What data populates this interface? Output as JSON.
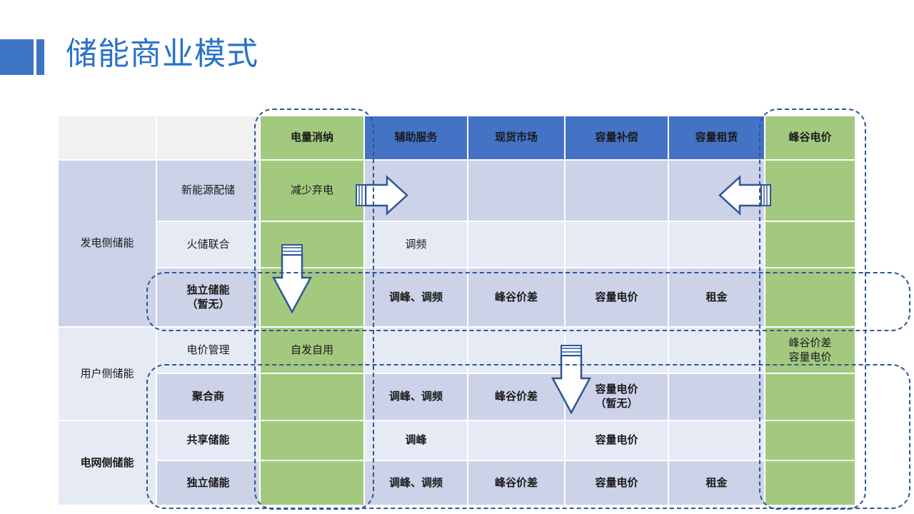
{
  "slide": {
    "title": "储能商业模式",
    "accent_blue": "#3e74c4",
    "title_color": "#2a72c9",
    "green": "#a3c97f",
    "header_blue": "#4472c4",
    "row_dark": "#ccd2e8",
    "row_light": "#e6eaf5",
    "dash_color": "#2f5597"
  },
  "table": {
    "headers": [
      {
        "label": "",
        "style": "blank"
      },
      {
        "label": "",
        "style": "blank"
      },
      {
        "label": "电量消纳",
        "style": "green"
      },
      {
        "label": "辅助服务",
        "style": "blue"
      },
      {
        "label": "现货市场",
        "style": "blue"
      },
      {
        "label": "容量补偿",
        "style": "blue"
      },
      {
        "label": "容量租赁",
        "style": "blue"
      },
      {
        "label": "峰谷电价",
        "style": "green"
      }
    ],
    "groups": [
      {
        "label": "发电侧储能",
        "rows": 3,
        "bold": false,
        "tint": "dark"
      },
      {
        "label": "用户侧储能",
        "rows": 2,
        "bold": false,
        "tint": "light"
      },
      {
        "label": "电网侧储能",
        "rows": 2,
        "bold": true,
        "tint": "light"
      }
    ],
    "rows": [
      {
        "name": "新能源配储",
        "bold": false,
        "tint": "dark",
        "cells": [
          "减少弃电",
          "",
          "",
          "",
          "",
          ""
        ]
      },
      {
        "name": "火储联合",
        "bold": false,
        "tint": "light",
        "cells": [
          "",
          "调频",
          "",
          "",
          "",
          ""
        ]
      },
      {
        "name": "独立储能\n（暂无）",
        "bold": true,
        "tint": "dark",
        "cells": [
          "",
          "调峰、调频",
          "峰谷价差",
          "容量电价",
          "租金",
          ""
        ]
      },
      {
        "name": "电价管理",
        "bold": false,
        "tint": "light",
        "cells": [
          "自发自用",
          "",
          "",
          "",
          "",
          "峰谷价差\n容量电价"
        ]
      },
      {
        "name": "聚合商",
        "bold": true,
        "tint": "dark",
        "cells": [
          "",
          "调峰、调频",
          "峰谷价差",
          "容量电价\n（暂无）",
          "",
          ""
        ]
      },
      {
        "name": "共享储能",
        "bold": true,
        "tint": "light",
        "cells": [
          "",
          "调峰",
          "",
          "容量电价",
          "",
          ""
        ]
      },
      {
        "name": "独立储能",
        "bold": true,
        "tint": "dark",
        "cells": [
          "",
          "调峰、调频",
          "峰谷价差",
          "容量电价",
          "租金",
          ""
        ]
      }
    ]
  },
  "annotations": {
    "arrows": [
      {
        "name": "arrow-right-reduce-curtailment",
        "direction": "right"
      },
      {
        "name": "arrow-left-peak-valley-price",
        "direction": "left"
      },
      {
        "name": "arrow-down-generation-side",
        "direction": "down"
      },
      {
        "name": "arrow-down-user-side",
        "direction": "down"
      }
    ],
    "highlight_boxes": [
      {
        "name": "highlight-column-electricity-consumption"
      },
      {
        "name": "highlight-column-peak-valley-price"
      },
      {
        "name": "highlight-row-independent-storage-none"
      },
      {
        "name": "highlight-rows-aggregator-grid-side"
      }
    ]
  }
}
